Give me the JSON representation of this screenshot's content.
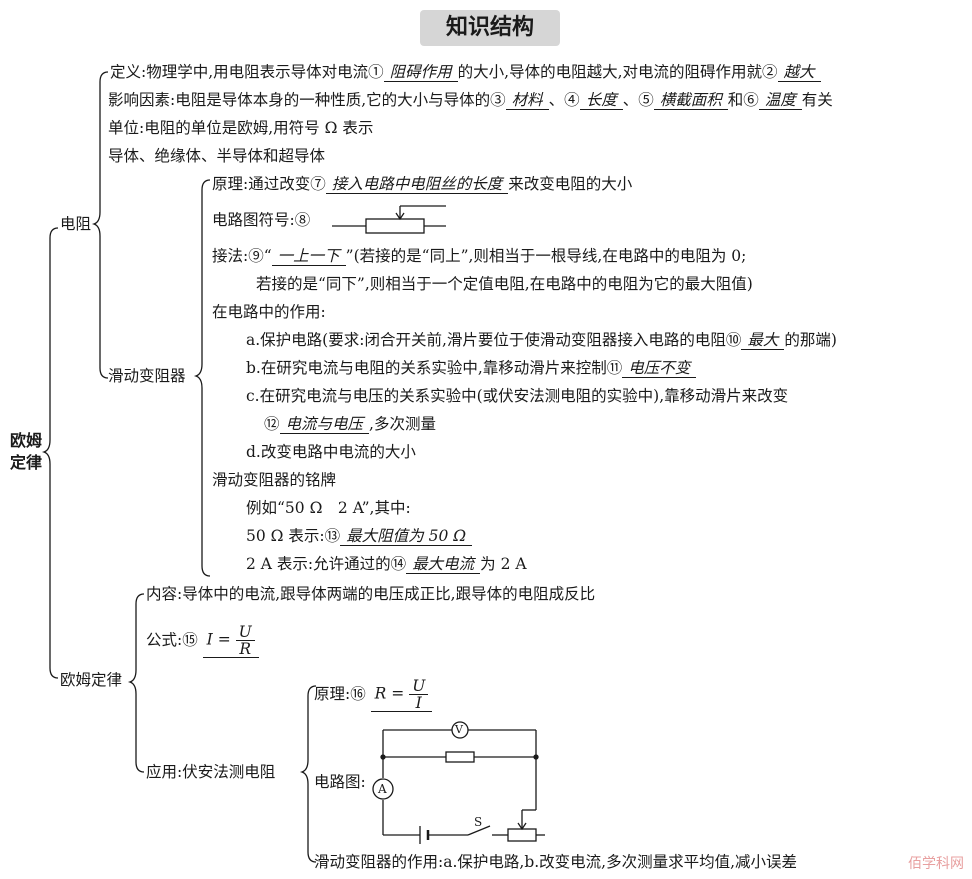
{
  "title": "知识结构",
  "root": "欧姆定律",
  "branch_resistance": "电阻",
  "branch_ohm": "欧姆定律",
  "resistance": {
    "def_a": "定义:物理学中,用电阻表示导体对电流①",
    "blank1": "阻碍作用",
    "def_b": "的大小,导体的电阻越大,对电流的阻碍作用就②",
    "blank2": "越大",
    "factor_a": "影响因素:电阻是导体本身的一种性质,它的大小与导体的③",
    "blank3": "材料",
    "factor_b": "、④",
    "blank4": "长度",
    "factor_c": "、⑤",
    "blank5": "横截面积",
    "factor_d": "和⑥",
    "blank6": "温度",
    "factor_e": "有关",
    "unit": "单位:电阻的单位是欧姆,用符号 Ω 表示",
    "conductors": "导体、绝缘体、半导体和超导体"
  },
  "rheostat": {
    "label": "滑动变阻器",
    "principle_a": "原理:通过改变⑦",
    "blank7": "接入电路中电阻丝的长度",
    "principle_b": "来改变电阻的大小",
    "symbol": "电路图符号:⑧",
    "conn_a": "接法:⑨“",
    "blank9": "一上一下",
    "conn_b": "”(若接的是“同上”,则相当于一根导线,在电路中的电阻为 0;",
    "conn_c": "若接的是“同下”,则相当于一个定值电阻,在电路中的电阻为它的最大阻值)",
    "role": "在电路中的作用:",
    "role_a1": "a.保护电路(要求:闭合开关前,滑片要位于使滑动变阻器接入电路的电阻⑩",
    "blank10": "最大",
    "role_a2": "的那端)",
    "role_b1": "b.在研究电流与电阻的关系实验中,靠移动滑片来控制⑪",
    "blank11": "电压不变",
    "role_c1": "c.在研究电流与电压的关系实验中(或伏安法测电阻的实验中),靠移动滑片来改变",
    "role_c2a": "⑫",
    "blank12": "电流与电压",
    "role_c2b": ",多次测量",
    "role_d": "d.改变电路中电流的大小",
    "plate": "滑动变阻器的铭牌",
    "example": "例如“50 Ω　2 A”,其中:",
    "ohm_a": "50 Ω 表示:⑬",
    "blank13": "最大阻值为 50 Ω",
    "amp_a": "2 A 表示:允许通过的⑭",
    "blank14": "最大电流",
    "amp_b": "为 2 A"
  },
  "ohm": {
    "content": "内容:导体中的电流,跟导体两端的电压成正比,跟导体的电阻成反比",
    "formula": "公式:⑮",
    "f_left": "I =",
    "f_num": "U",
    "f_den": "R",
    "app": "应用:伏安法测电阻",
    "principle": "原理:⑯",
    "p_left": "R =",
    "p_num": "U",
    "p_den": "I",
    "diagram": "电路图:",
    "volt": "V",
    "amm": "A",
    "switch": "S",
    "role": "滑动变阻器的作用:a.保护电路,b.改变电流,多次测量求平均值,减小误差"
  },
  "watermark": "佰学科网"
}
